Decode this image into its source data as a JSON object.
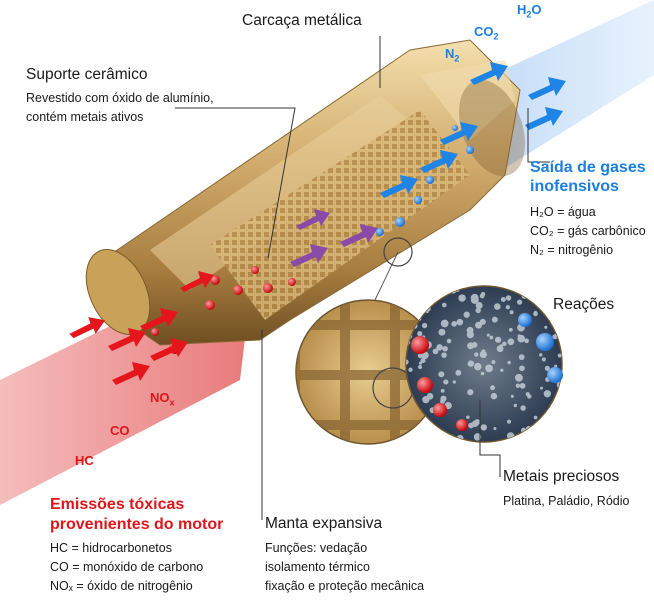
{
  "labels": {
    "housing": "Carcaça metálica",
    "ceramic_title": "Suporte cerâmico",
    "ceramic_desc": [
      "Revestido com óxido de alumínio,",
      "contém metais ativos"
    ],
    "exit_title": [
      "Saída de gases",
      "inofensivos"
    ],
    "exit_desc": [
      "H₂O = água",
      "CO₂ = gás carbônico",
      "N₂ = nitrogênio"
    ],
    "reactions": "Reações",
    "metals_title": "Metais preciosos",
    "metals_desc": "Platina, Paládio, Ródio",
    "emissions_title": [
      "Emissões tóxicas",
      "provenientes do motor"
    ],
    "emissions_desc": [
      "HC = hidrocarbonetos",
      "CO = monóxido de carbono",
      "NOₓ = óxido de nitrogênio"
    ],
    "mat_title": "Manta expansiva",
    "mat_desc": [
      "Funções: vedação",
      "isolamento térmico",
      "fixação e proteção mecânica"
    ]
  },
  "gases_in": {
    "nox": "NO",
    "nox_sub": "x",
    "co": "CO",
    "hc": "HC"
  },
  "gases_out": {
    "h2o_a": "H",
    "h2o_sub": "2",
    "h2o_b": "O",
    "co2_a": "CO",
    "co2_sub": "2",
    "n2_a": "N",
    "n2_sub": "2"
  },
  "colors": {
    "toxic": "#e0161b",
    "clean": "#1b7fe0",
    "metal": "#c9a25a",
    "text": "#1a1a1a"
  }
}
